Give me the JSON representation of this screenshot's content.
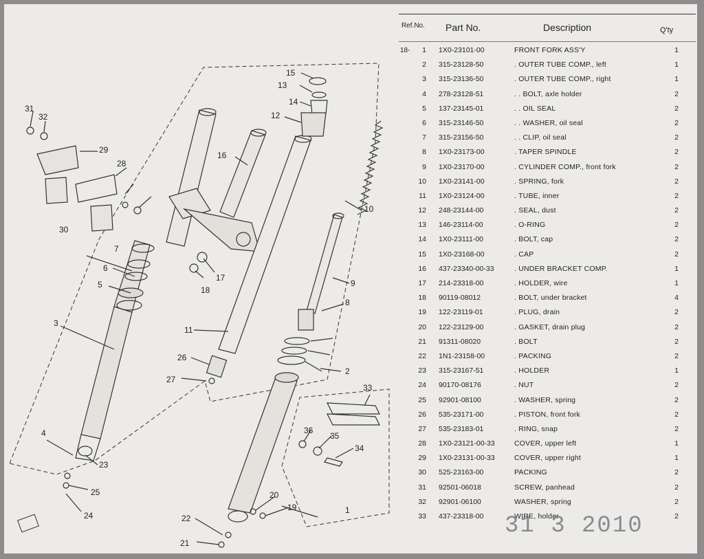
{
  "headers": {
    "ref": "Ref.No.",
    "part": "Part No.",
    "desc": "Description",
    "qty": "Q'ty"
  },
  "rows": [
    {
      "ref": "1",
      "part": "1X0-23101-00",
      "desc": "FRONT FORK ASS'Y",
      "qty": "1"
    },
    {
      "ref": "2",
      "part": "315-23128-50",
      "desc": ". OUTER TUBE COMP., left",
      "qty": "1"
    },
    {
      "ref": "3",
      "part": "315-23136-50",
      "desc": ". OUTER TUBE COMP., right",
      "qty": "1"
    },
    {
      "ref": "4",
      "part": "278-23128-51",
      "desc": ". . BOLT, axle holder",
      "qty": "2"
    },
    {
      "ref": "5",
      "part": "137-23145-01",
      "desc": ". . OIL SEAL",
      "qty": "2"
    },
    {
      "ref": "6",
      "part": "315-23146-50",
      "desc": ". . WASHER, oil seal",
      "qty": "2"
    },
    {
      "ref": "7",
      "part": "315-23156-50",
      "desc": ". . CLIP, oil seal",
      "qty": "2"
    },
    {
      "ref": "8",
      "part": "1X0-23173-00",
      "desc": ". TAPER SPINDLE",
      "qty": "2"
    },
    {
      "ref": "9",
      "part": "1X0-23170-00",
      "desc": ". CYLINDER COMP., front fork",
      "qty": "2"
    },
    {
      "ref": "10",
      "part": "1X0-23141-00",
      "desc": ". SPRING, fork",
      "qty": "2"
    },
    {
      "ref": "11",
      "part": "1X0-23124-00",
      "desc": ". TUBE, inner",
      "qty": "2"
    },
    {
      "ref": "12",
      "part": "248-23144-00",
      "desc": ". SEAL, dust",
      "qty": "2"
    },
    {
      "ref": "13",
      "part": "146-23114-00",
      "desc": ". O-RING",
      "qty": "2"
    },
    {
      "ref": "14",
      "part": "1X0-23111-00",
      "desc": ". BOLT, cap",
      "qty": "2"
    },
    {
      "ref": "15",
      "part": "1X0-23168-00",
      "desc": ". CAP",
      "qty": "2"
    },
    {
      "ref": "16",
      "part": "437-23340-00-33",
      "desc": ". UNDER BRACKET COMP.",
      "qty": "1"
    },
    {
      "ref": "17",
      "part": "214-23318-00",
      "desc": ". HOLDER, wire",
      "qty": "1"
    },
    {
      "ref": "18",
      "part": "90119-08012",
      "desc": ". BOLT, under bracket",
      "qty": "4"
    },
    {
      "ref": "19",
      "part": "122-23119-01",
      "desc": ". PLUG, drain",
      "qty": "2"
    },
    {
      "ref": "20",
      "part": "122-23129-00",
      "desc": ". GASKET, drain plug",
      "qty": "2"
    },
    {
      "ref": "21",
      "part": "91311-08020",
      "desc": ". BOLT",
      "qty": "2"
    },
    {
      "ref": "22",
      "part": "1N1-23158-00",
      "desc": ". PACKING",
      "qty": "2"
    },
    {
      "ref": "23",
      "part": "315-23167-51",
      "desc": ". HOLDER",
      "qty": "1"
    },
    {
      "ref": "24",
      "part": "90170-08176",
      "desc": ". NUT",
      "qty": "2"
    },
    {
      "ref": "25",
      "part": "92901-08100",
      "desc": ". WASHER, spring",
      "qty": "2"
    },
    {
      "ref": "26",
      "part": "535-23171-00",
      "desc": ". PISTON, front fork",
      "qty": "2"
    },
    {
      "ref": "27",
      "part": "535-23183-01",
      "desc": ". RING, snap",
      "qty": "2"
    },
    {
      "ref": "28",
      "part": "1X0-23121-00-33",
      "desc": "COVER, upper left",
      "qty": "1"
    },
    {
      "ref": "29",
      "part": "1X0-23131-00-33",
      "desc": "COVER, upper right",
      "qty": "1"
    },
    {
      "ref": "30",
      "part": "525-23163-00",
      "desc": "PACKING",
      "qty": "2"
    },
    {
      "ref": "31",
      "part": "92501-06018",
      "desc": "SCREW, panhead",
      "qty": "2"
    },
    {
      "ref": "32",
      "part": "92901-06100",
      "desc": "WASHER, spring",
      "qty": "2"
    },
    {
      "ref": "33",
      "part": "437-23318-00",
      "desc": "WIRE, holder",
      "qty": "2"
    }
  ],
  "callouts": [
    "1",
    "2",
    "3",
    "4",
    "5",
    "6",
    "7",
    "8",
    "9",
    "10",
    "11",
    "12",
    "13",
    "14",
    "15",
    "16",
    "17",
    "18",
    "19",
    "20",
    "21",
    "22",
    "23",
    "24",
    "25",
    "26",
    "27",
    "28",
    "29",
    "30",
    "31",
    "32",
    "33",
    "34",
    "35",
    "36"
  ],
  "stamp_date": "31 3 2010",
  "page_mark": "18-"
}
